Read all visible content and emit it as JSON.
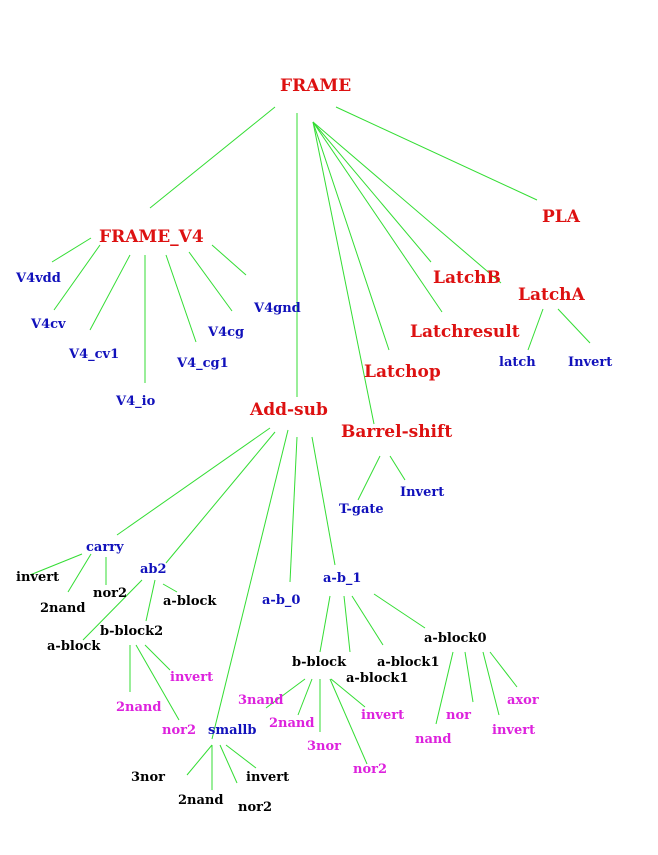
{
  "colors": {
    "edge": "#33dd33",
    "red": "#dd1111",
    "blue": "#1111bb",
    "black": "#000000",
    "magenta": "#dd22dd",
    "background": "#ffffff"
  },
  "nodes": {
    "frame": "FRAME",
    "frame_v4": "FRAME_V4",
    "pla": "PLA",
    "v4vdd": "V4vdd",
    "v4cv": "V4cv",
    "v4_cv1": "V4_cv1",
    "v4_io": "V4_io",
    "v4_cg1": "V4_cg1",
    "v4cg": "V4cg",
    "v4gnd": "V4gnd",
    "latchb": "LatchB",
    "latcha": "LatchA",
    "latch": "latch",
    "latcha_invert": "Invert",
    "latchresult": "Latchresult",
    "latchop": "Latchop",
    "add_sub": "Add-sub",
    "barrel_shift": "Barrel-shift",
    "t_gate": "T-gate",
    "barrel_invert": "Invert",
    "carry": "carry",
    "carry_invert": "invert",
    "carry_2nand": "2nand",
    "carry_nor2": "nor2",
    "ab2": "ab2",
    "ab2_a_block": "a-block",
    "ab2_a_block_left": "a-block",
    "b_block2": "b-block2",
    "b_block2_invert": "invert",
    "b_block2_2nand": "2nand",
    "b_block2_nor2": "nor2",
    "smallb": "smallb",
    "smallb_3nor": "3nor",
    "smallb_2nand": "2nand",
    "smallb_invert": "invert",
    "smallb_nor2": "nor2",
    "a_b_0": "a-b_0",
    "a_b_1": "a-b_1",
    "b_block": "b-block",
    "b_block_3nand": "3nand",
    "b_block_2nand": "2nand",
    "b_block_3nor": "3nor",
    "b_block_invert": "invert",
    "b_block_nor2": "nor2",
    "a_block1_upper": "a-block1",
    "a_block1_lower": "a-block1",
    "a_block0": "a-block0",
    "a_block0_nand": "nand",
    "a_block0_nor": "nor",
    "a_block0_invert": "invert",
    "a_block0_axor": "axor"
  }
}
